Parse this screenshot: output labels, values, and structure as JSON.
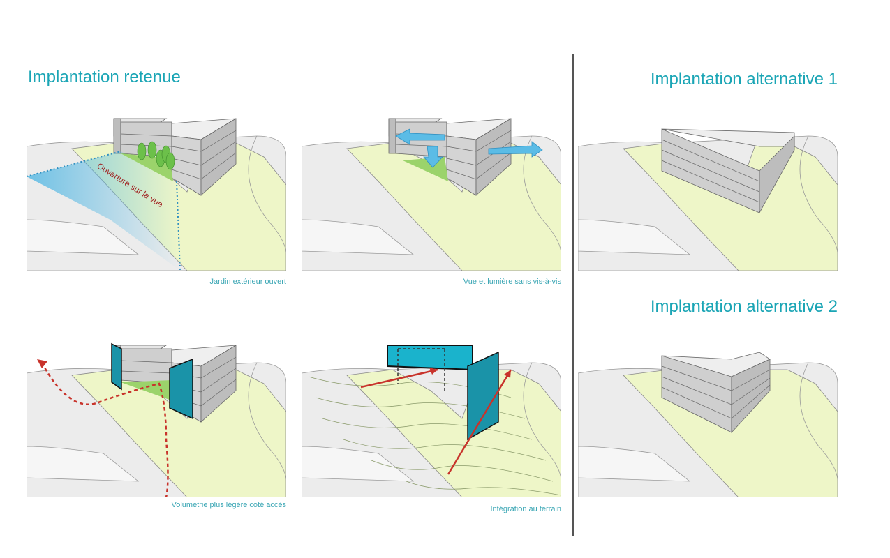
{
  "headings": {
    "retained": "Implantation retenue",
    "alt1": "Implantation alternative 1",
    "alt2": "Implantation alternative 2"
  },
  "panels": [
    {
      "caption": "Jardin extérieur ouvert",
      "annotation": "Ouverture sur la vue"
    },
    {
      "caption": "Vue et lumière sans vis-à-vis"
    },
    {
      "caption": "Volumetrie plus légère coté accès"
    },
    {
      "caption": "Intégration au terrain"
    }
  ],
  "colors": {
    "accent": "#1aa5b5",
    "terrain_green": "#eef6c8",
    "ground_gray": "#ececec",
    "panel_blue": "#1a93a8",
    "arrow_red": "#c8332b"
  }
}
